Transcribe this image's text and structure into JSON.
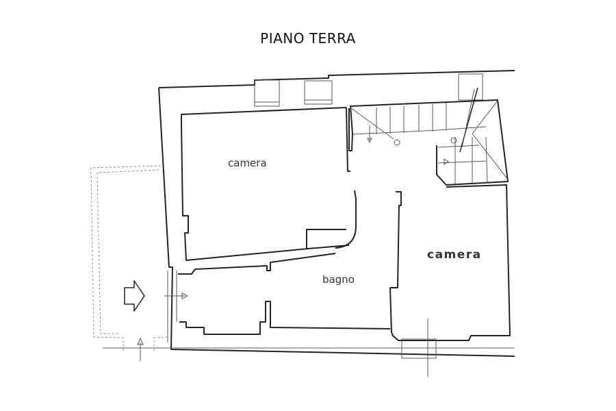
{
  "title": "PIANO TERRA",
  "rooms": {
    "camera_1": "camera",
    "bagno": "bagno",
    "camera_2": "camera"
  }
}
